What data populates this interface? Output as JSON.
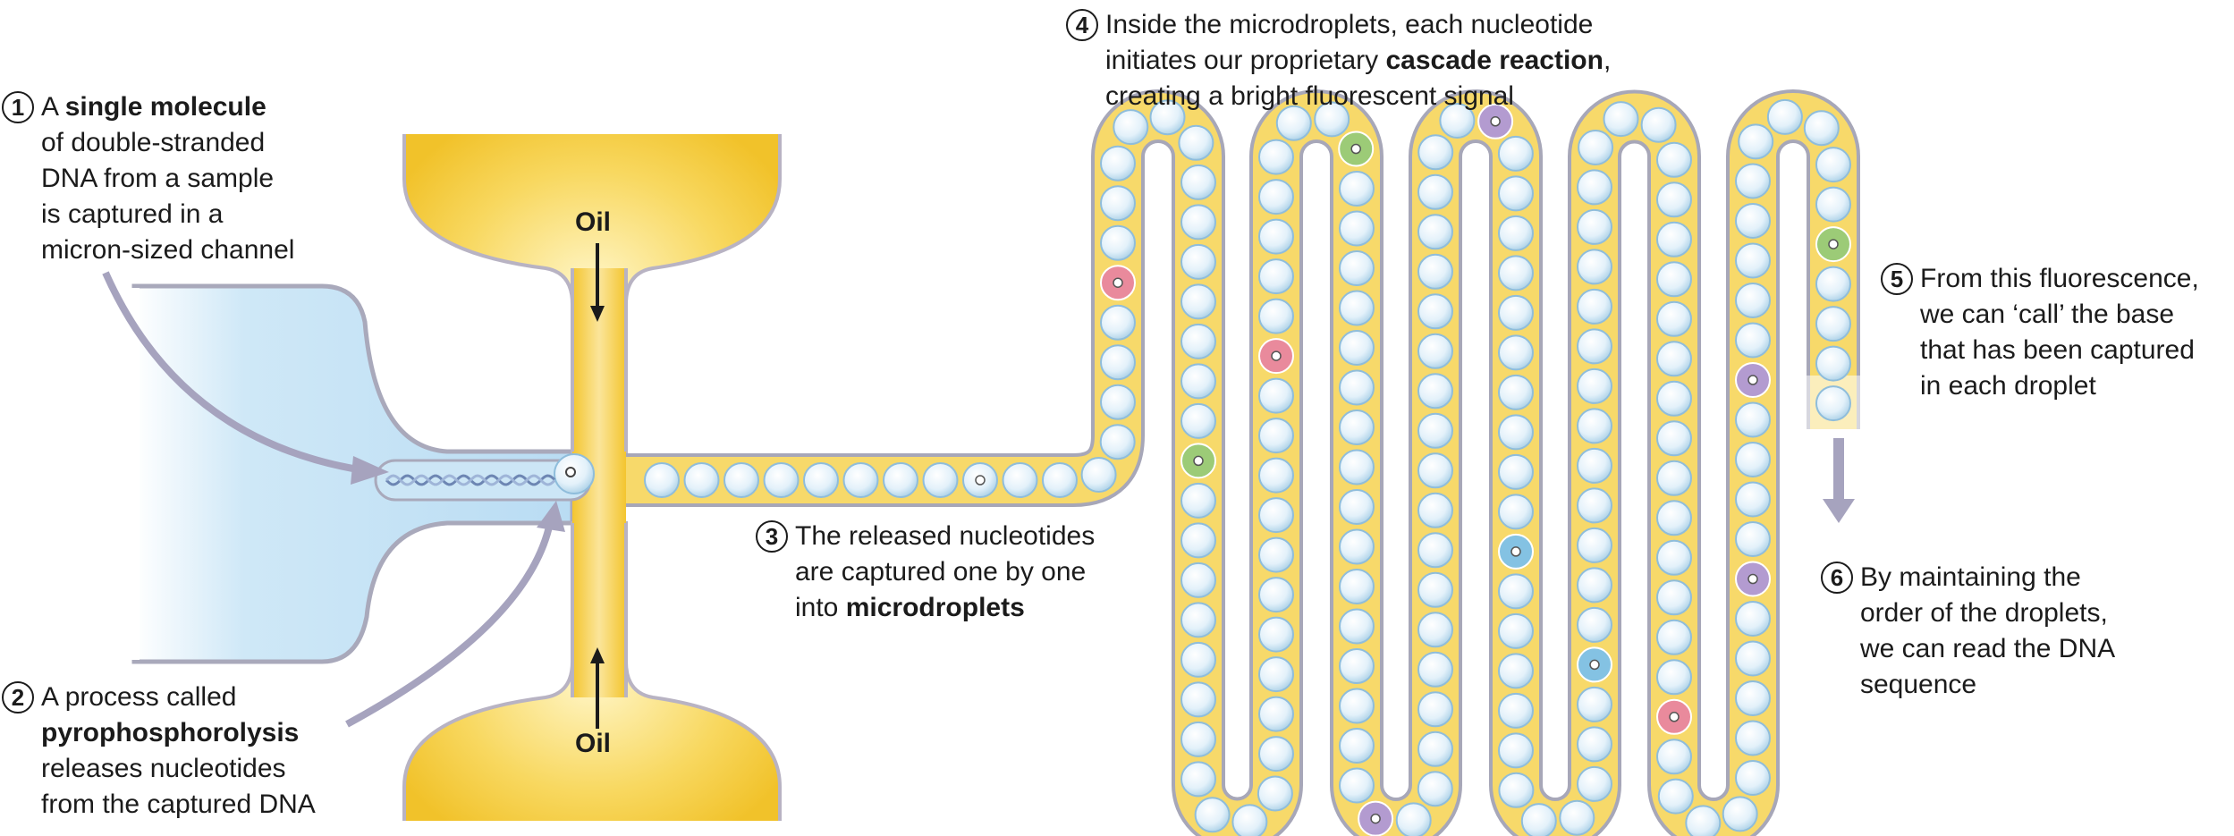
{
  "labels": {
    "oil_top": "Oil",
    "oil_bottom": "Oil"
  },
  "steps": [
    {
      "num": "1",
      "lines": [
        [
          {
            "t": "A "
          },
          {
            "t": "single molecule",
            "b": true
          }
        ],
        [
          {
            "t": "of double-stranded"
          }
        ],
        [
          {
            "t": "DNA from a sample"
          }
        ],
        [
          {
            "t": "is captured in a"
          }
        ],
        [
          {
            "t": "micron-sized channel"
          }
        ]
      ]
    },
    {
      "num": "2",
      "lines": [
        [
          {
            "t": "A process called"
          }
        ],
        [
          {
            "t": "pyrophosphorolysis",
            "b": true
          }
        ],
        [
          {
            "t": "releases nucleotides"
          }
        ],
        [
          {
            "t": "from the captured DNA"
          }
        ]
      ]
    },
    {
      "num": "3",
      "lines": [
        [
          {
            "t": "The released nucleotides"
          }
        ],
        [
          {
            "t": "are captured one by one"
          }
        ],
        [
          {
            "t": "into "
          },
          {
            "t": "microdroplets",
            "b": true
          }
        ]
      ]
    },
    {
      "num": "4",
      "lines": [
        [
          {
            "t": "Inside the microdroplets, each nucleotide"
          }
        ],
        [
          {
            "t": "initiates our proprietary "
          },
          {
            "t": "cascade reaction",
            "b": true
          },
          {
            "t": ","
          }
        ],
        [
          {
            "t": "creating a bright fluorescent signal"
          }
        ]
      ]
    },
    {
      "num": "5",
      "lines": [
        [
          {
            "t": "From this fluorescence,"
          }
        ],
        [
          {
            "t": "we can ‘call’ the base"
          }
        ],
        [
          {
            "t": "that has been captured"
          }
        ],
        [
          {
            "t": "in each droplet"
          }
        ]
      ]
    },
    {
      "num": "6",
      "lines": [
        [
          {
            "t": "By maintaining the"
          }
        ],
        [
          {
            "t": "order of the droplets,"
          }
        ],
        [
          {
            "t": "we can read the DNA"
          }
        ],
        [
          {
            "t": "sequence"
          }
        ]
      ]
    }
  ],
  "colors": {
    "oil": "#f6c938",
    "oil_light": "#fbe8a2",
    "channel_wall": "#a7a7b8",
    "sample_blue": "#bfe1f5",
    "droplet": "#e6f3fb",
    "arrow": "#a6a3be",
    "pink": "#e98a9c",
    "purple": "#b39bd0",
    "green": "#9ccb77",
    "blue": "#84c2e3"
  },
  "icons": [
    "dna-strand-icon",
    "nucleotide-dot-icon",
    "down-arrow-icon"
  ]
}
